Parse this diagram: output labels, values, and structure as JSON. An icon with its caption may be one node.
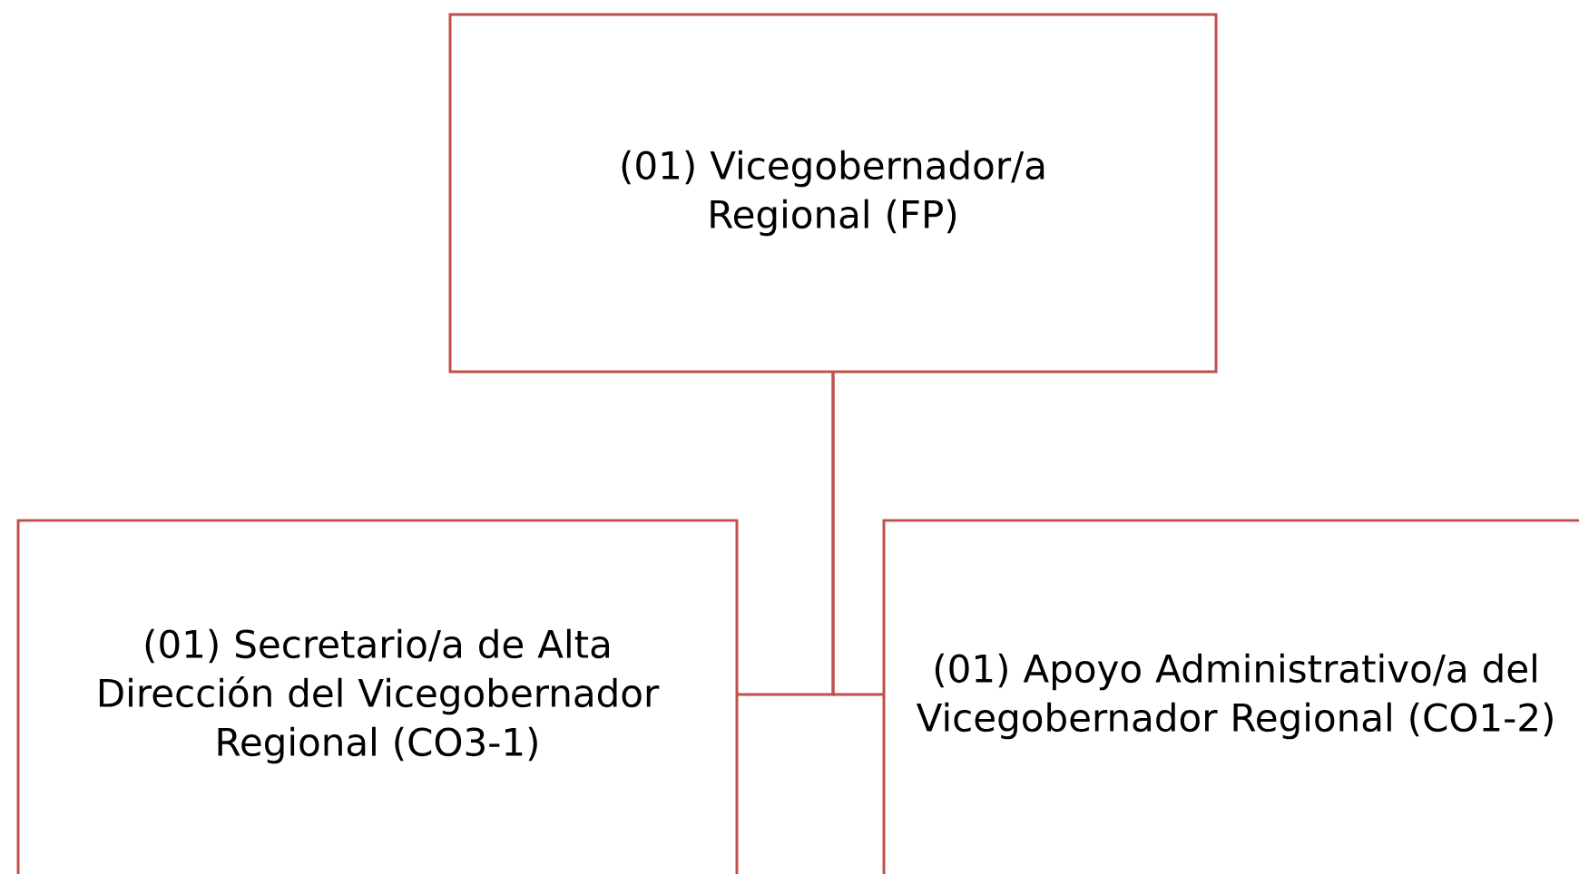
{
  "diagram": {
    "nodes": [
      {
        "text": [
          "(01) Vicegobernador/a Regional (FP)"
        ]
      },
      {
        "text": [
          "(01) Secretario/a de Alta Dirección del Vicegobernador Regional (CO3-1)"
        ]
      },
      {
        "text": [
          "(01) Apoyo Administrativo/a del Vicegobernador Regional (CO1-2)"
        ]
      }
    ],
    "edges": [
      {
        "from": 0,
        "to": 1,
        "arrow": "none"
      },
      {
        "from": 0,
        "to": 2,
        "arrow": "none"
      }
    ]
  }
}
